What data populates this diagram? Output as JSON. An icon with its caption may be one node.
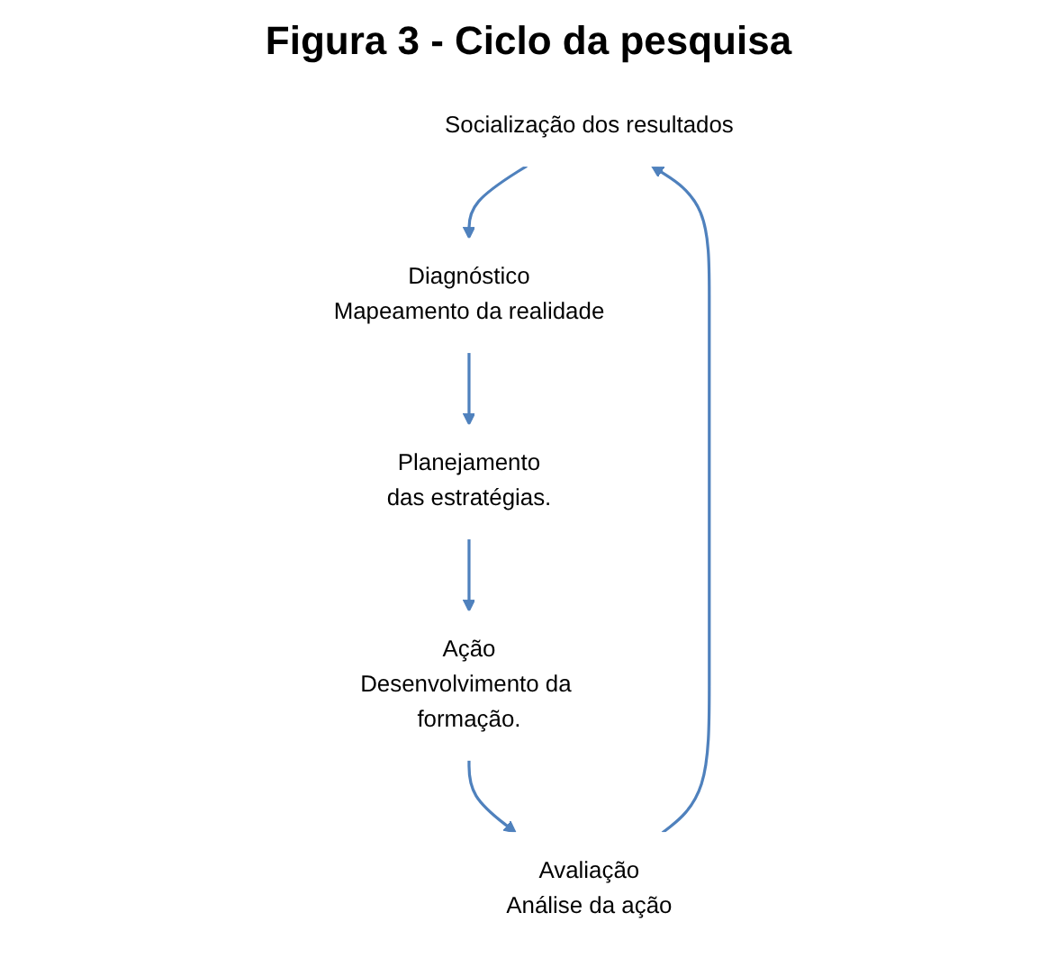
{
  "diagram": {
    "title": "Figura 3 - Ciclo da pesquisa",
    "nodes": [
      {
        "text": [
          "Socialização dos resultados"
        ]
      },
      {
        "text": [
          "Diagnóstico",
          "Mapeamento da realidade"
        ]
      },
      {
        "text": [
          "Planejamento",
          "das estratégias."
        ]
      },
      {
        "text": [
          "Ação",
          "Desenvolvimento da formação."
        ]
      },
      {
        "text": [
          "Avaliação",
          "Análise da ação"
        ]
      }
    ],
    "edges": [
      {
        "from": 0,
        "to": 1,
        "arrow": "to"
      },
      {
        "from": 1,
        "to": 2,
        "arrow": "to"
      },
      {
        "from": 2,
        "to": 3,
        "arrow": "to"
      },
      {
        "from": 3,
        "to": 4,
        "arrow": "to"
      },
      {
        "from": 4,
        "to": 0,
        "arrow": "to"
      }
    ]
  }
}
